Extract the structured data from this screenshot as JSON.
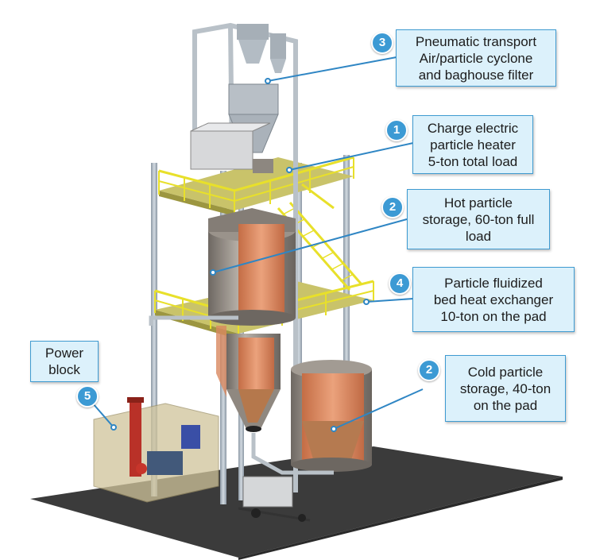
{
  "callouts": {
    "pneumatic": {
      "number": "3",
      "lines": [
        "Pneumatic transport",
        "Air/particle cyclone",
        "and baghouse filter"
      ]
    },
    "heater": {
      "number": "1",
      "lines": [
        "Charge electric",
        "particle heater",
        "5-ton total load"
      ]
    },
    "hot_storage": {
      "number": "2",
      "lines": [
        "Hot particle",
        "storage, 60-ton full",
        "load"
      ]
    },
    "fluidized_bed": {
      "number": "4",
      "lines": [
        "Particle fluidized",
        "bed heat exchanger",
        "10-ton on the pad"
      ]
    },
    "cold_storage": {
      "number": "2",
      "lines": [
        "Cold particle",
        "storage, 40-ton",
        "on the pad"
      ]
    },
    "power_block": {
      "number": "5",
      "lines": [
        "Power",
        "block"
      ]
    }
  },
  "colors": {
    "callout_fill": "#dcf1fb",
    "callout_border": "#3f9bd1",
    "badge": "#3c9ad4",
    "leader": "#2f86c4",
    "ground": "#3a3a3a",
    "steel": "#a9b4bf",
    "railing": "#e8e02a",
    "tank_shell": "#8f8880",
    "particle_fill": "#d9885f"
  }
}
